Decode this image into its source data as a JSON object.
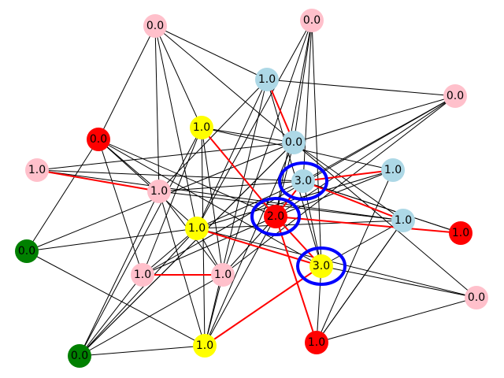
{
  "colors": {
    "pink": "#ffc0cb",
    "lightblue": "#add8e6",
    "red": "#ff0000",
    "yellow": "#ffff00",
    "green": "#008000",
    "edge_normal": "#000000",
    "edge_highlight": "#ff0000",
    "ring": "#0000ff"
  },
  "nodes": [
    {
      "id": "n0",
      "label": "0.0",
      "color": "pink"
    },
    {
      "id": "n1",
      "label": "0.0",
      "color": "pink"
    },
    {
      "id": "n2",
      "label": "1.0",
      "color": "lightblue"
    },
    {
      "id": "n3",
      "label": "0.0",
      "color": "pink"
    },
    {
      "id": "n4",
      "label": "0.0",
      "color": "red"
    },
    {
      "id": "n5",
      "label": "1.0",
      "color": "yellow"
    },
    {
      "id": "n6",
      "label": "0.0",
      "color": "lightblue"
    },
    {
      "id": "n7",
      "label": "1.0",
      "color": "pink"
    },
    {
      "id": "n8",
      "label": "1.0",
      "color": "pink"
    },
    {
      "id": "n9",
      "label": "3.0",
      "color": "lightblue"
    },
    {
      "id": "n10",
      "label": "1.0",
      "color": "lightblue"
    },
    {
      "id": "n11",
      "label": "2.0",
      "color": "red"
    },
    {
      "id": "n12",
      "label": "1.0",
      "color": "lightblue"
    },
    {
      "id": "n13",
      "label": "1.0",
      "color": "yellow"
    },
    {
      "id": "n14",
      "label": "1.0",
      "color": "red"
    },
    {
      "id": "n15",
      "label": "0.0",
      "color": "green"
    },
    {
      "id": "n16",
      "label": "3.0",
      "color": "yellow"
    },
    {
      "id": "n17",
      "label": "1.0",
      "color": "pink"
    },
    {
      "id": "n18",
      "label": "1.0",
      "color": "pink"
    },
    {
      "id": "n19",
      "label": "0.0",
      "color": "pink"
    },
    {
      "id": "n20",
      "label": "1.0",
      "color": "yellow"
    },
    {
      "id": "n21",
      "label": "1.0",
      "color": "red"
    },
    {
      "id": "n22",
      "label": "0.0",
      "color": "green"
    }
  ],
  "highlighted_nodes": [
    "n9",
    "n11",
    "n16"
  ],
  "edges": [
    {
      "s": "n0",
      "t": "n2"
    },
    {
      "s": "n0",
      "t": "n4"
    },
    {
      "s": "n0",
      "t": "n5"
    },
    {
      "s": "n0",
      "t": "n8"
    },
    {
      "s": "n0",
      "t": "n6"
    },
    {
      "s": "n0",
      "t": "n13"
    },
    {
      "s": "n1",
      "t": "n6"
    },
    {
      "s": "n1",
      "t": "n9"
    },
    {
      "s": "n1",
      "t": "n11"
    },
    {
      "s": "n1",
      "t": "n13"
    },
    {
      "s": "n1",
      "t": "n16"
    },
    {
      "s": "n1",
      "t": "n18"
    },
    {
      "s": "n2",
      "t": "n3"
    },
    {
      "s": "n2",
      "t": "n8"
    },
    {
      "s": "n2",
      "t": "n16"
    },
    {
      "s": "n2",
      "t": "n13"
    },
    {
      "s": "n2",
      "t": "n20"
    },
    {
      "s": "n2",
      "t": "n6",
      "h": true
    },
    {
      "s": "n3",
      "t": "n6"
    },
    {
      "s": "n3",
      "t": "n9"
    },
    {
      "s": "n3",
      "t": "n11"
    },
    {
      "s": "n3",
      "t": "n17"
    },
    {
      "s": "n3",
      "t": "n18"
    },
    {
      "s": "n4",
      "t": "n8"
    },
    {
      "s": "n4",
      "t": "n11"
    },
    {
      "s": "n4",
      "t": "n13"
    },
    {
      "s": "n4",
      "t": "n16"
    },
    {
      "s": "n4",
      "t": "n17"
    },
    {
      "s": "n5",
      "t": "n6"
    },
    {
      "s": "n5",
      "t": "n10"
    },
    {
      "s": "n5",
      "t": "n17"
    },
    {
      "s": "n5",
      "t": "n20"
    },
    {
      "s": "n5",
      "t": "n18"
    },
    {
      "s": "n5",
      "t": "n11",
      "h": true
    },
    {
      "s": "n6",
      "t": "n7"
    },
    {
      "s": "n6",
      "t": "n12"
    },
    {
      "s": "n6",
      "t": "n15"
    },
    {
      "s": "n6",
      "t": "n19"
    },
    {
      "s": "n6",
      "t": "n22"
    },
    {
      "s": "n6",
      "t": "n11"
    },
    {
      "s": "n7",
      "t": "n8",
      "h": true
    },
    {
      "s": "n7",
      "t": "n9"
    },
    {
      "s": "n7",
      "t": "n12"
    },
    {
      "s": "n8",
      "t": "n9"
    },
    {
      "s": "n8",
      "t": "n12"
    },
    {
      "s": "n8",
      "t": "n20"
    },
    {
      "s": "n8",
      "t": "n22"
    },
    {
      "s": "n8",
      "t": "n18"
    },
    {
      "s": "n9",
      "t": "n10",
      "h": true
    },
    {
      "s": "n9",
      "t": "n11",
      "h": true
    },
    {
      "s": "n9",
      "t": "n12",
      "h": true
    },
    {
      "s": "n9",
      "t": "n14"
    },
    {
      "s": "n9",
      "t": "n13"
    },
    {
      "s": "n9",
      "t": "n16"
    },
    {
      "s": "n10",
      "t": "n11"
    },
    {
      "s": "n10",
      "t": "n13"
    },
    {
      "s": "n10",
      "t": "n21"
    },
    {
      "s": "n11",
      "t": "n14",
      "h": true
    },
    {
      "s": "n11",
      "t": "n16",
      "h": true
    },
    {
      "s": "n11",
      "t": "n21",
      "h": true
    },
    {
      "s": "n11",
      "t": "n20"
    },
    {
      "s": "n11",
      "t": "n18"
    },
    {
      "s": "n12",
      "t": "n13"
    },
    {
      "s": "n12",
      "t": "n16"
    },
    {
      "s": "n12",
      "t": "n21"
    },
    {
      "s": "n13",
      "t": "n15"
    },
    {
      "s": "n13",
      "t": "n16",
      "h": true
    },
    {
      "s": "n13",
      "t": "n17"
    },
    {
      "s": "n13",
      "t": "n18"
    },
    {
      "s": "n13",
      "t": "n19"
    },
    {
      "s": "n13",
      "t": "n22"
    },
    {
      "s": "n14",
      "t": "n9"
    },
    {
      "s": "n15",
      "t": "n4"
    },
    {
      "s": "n15",
      "t": "n20"
    },
    {
      "s": "n16",
      "t": "n19"
    },
    {
      "s": "n16",
      "t": "n20",
      "h": true
    },
    {
      "s": "n16",
      "t": "n21"
    },
    {
      "s": "n17",
      "t": "n18",
      "h": true
    },
    {
      "s": "n17",
      "t": "n22"
    },
    {
      "s": "n17",
      "t": "n11"
    },
    {
      "s": "n18",
      "t": "n20"
    },
    {
      "s": "n18",
      "t": "n22"
    },
    {
      "s": "n20",
      "t": "n22"
    },
    {
      "s": "n20",
      "t": "n6"
    },
    {
      "s": "n21",
      "t": "n12"
    },
    {
      "s": "n21",
      "t": "n19"
    },
    {
      "s": "n22",
      "t": "n5"
    },
    {
      "s": "n22",
      "t": "n6"
    }
  ]
}
